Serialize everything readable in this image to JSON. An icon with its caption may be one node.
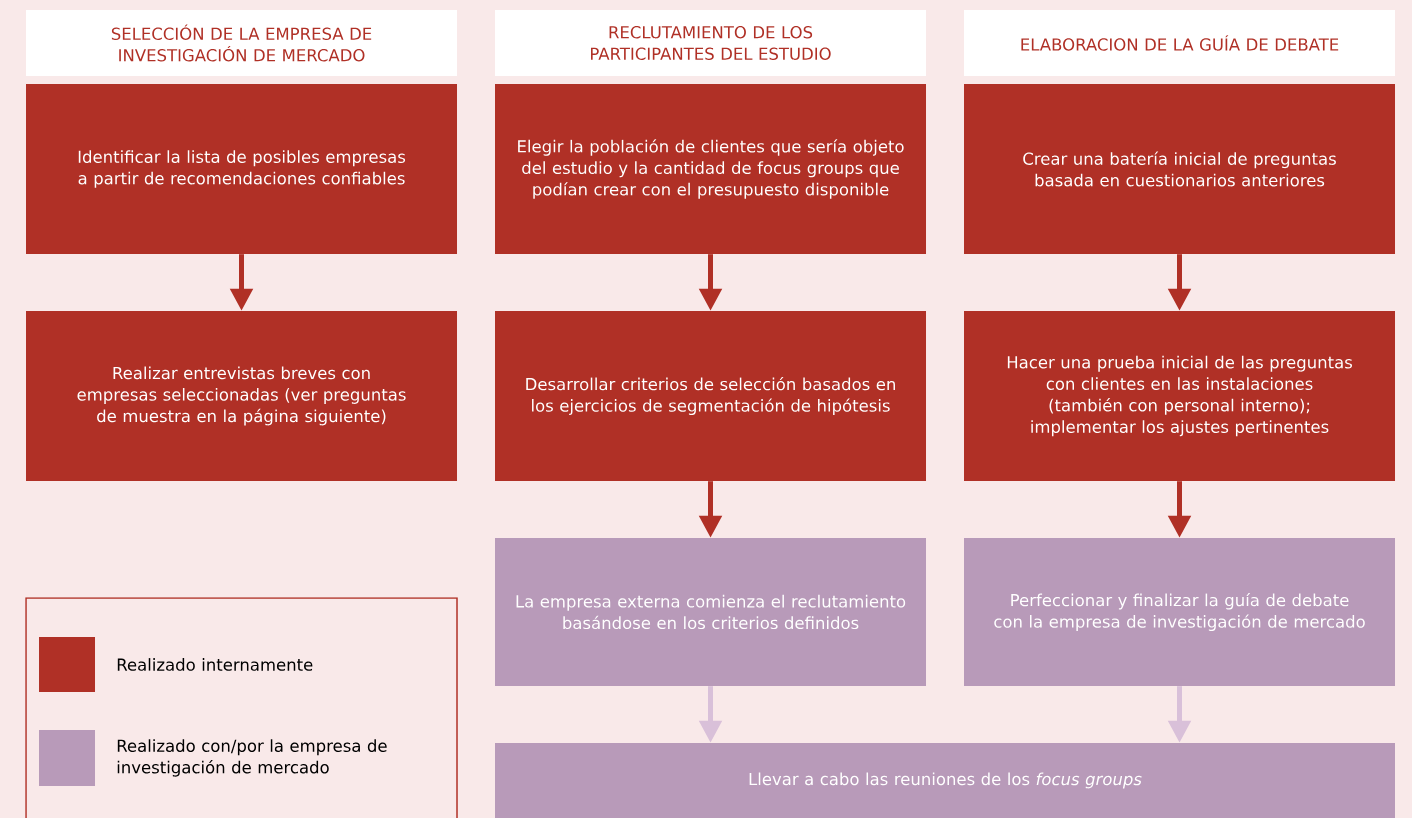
{
  "diagram": {
    "nodes": [
      {
        "text": [
          "SELECCIÓN DE LA EMPRESA DE INVESTIGACIÓN DE MERCADO"
        ]
      },
      {
        "text": [
          "RECLUTAMIENTO DE LOS PARTICIPANTES DEL ESTUDIO"
        ]
      },
      {
        "text": [
          "ELABORACION DE LA GUÍA DE DEBATE"
        ]
      },
      {
        "text": [
          "Identificar la lista de posibles empresas a partir de recomendaciones confiables"
        ]
      },
      {
        "text": [
          "Elegir la población de clientes que sería objeto del estudio y la cantidad de focus groups que podían crear con el presupuesto disponible"
        ]
      },
      {
        "text": [
          "Crear una batería inicial de preguntas basada en cuestionarios anteriores"
        ]
      },
      {
        "text": [
          "Realizar entrevistas breves con empresas seleccionadas (ver preguntas de muestra en la página siguiente)"
        ]
      },
      {
        "text": [
          "Desarrollar criterios de selección basados en los ejercicios de segmentación de hipótesis"
        ]
      },
      {
        "text": [
          "Hacer una prueba inicial de las preguntas con clientes en las instalaciones (también con personal interno); implementar los ajustes pertinentes"
        ]
      },
      {
        "text": [
          "La empresa externa comienza el reclutamiento basándose en los criterios definidos"
        ]
      },
      {
        "text": [
          "Perfeccionar y finalizar la guía de debate con la empresa de investigación de mercado"
        ]
      },
      {
        "text": [
          "Llevar a cabo las reuniones de los *focus groups*"
        ]
      }
    ],
    "edges": [
      {
        "from": 3,
        "to": 6,
        "arrow": "to"
      },
      {
        "from": 4,
        "to": 7,
        "arrow": "to"
      },
      {
        "from": 7,
        "to": 9,
        "arrow": "to"
      },
      {
        "from": 5,
        "to": 8,
        "arrow": "to"
      },
      {
        "from": 8,
        "to": 10,
        "arrow": "to"
      },
      {
        "from": 9,
        "to": 11,
        "arrow": "to",
        "color": "#d9c0d9"
      },
      {
        "from": 10,
        "to": 11,
        "arrow": "to",
        "color": "#d9c0d9"
      }
    ],
    "legend": [
      {
        "text": "Realizado internamente",
        "color": "#b03026"
      },
      {
        "text": "Realizado con/por la empresa de investigación de mercado",
        "color": "#b89ab9"
      }
    ]
  }
}
